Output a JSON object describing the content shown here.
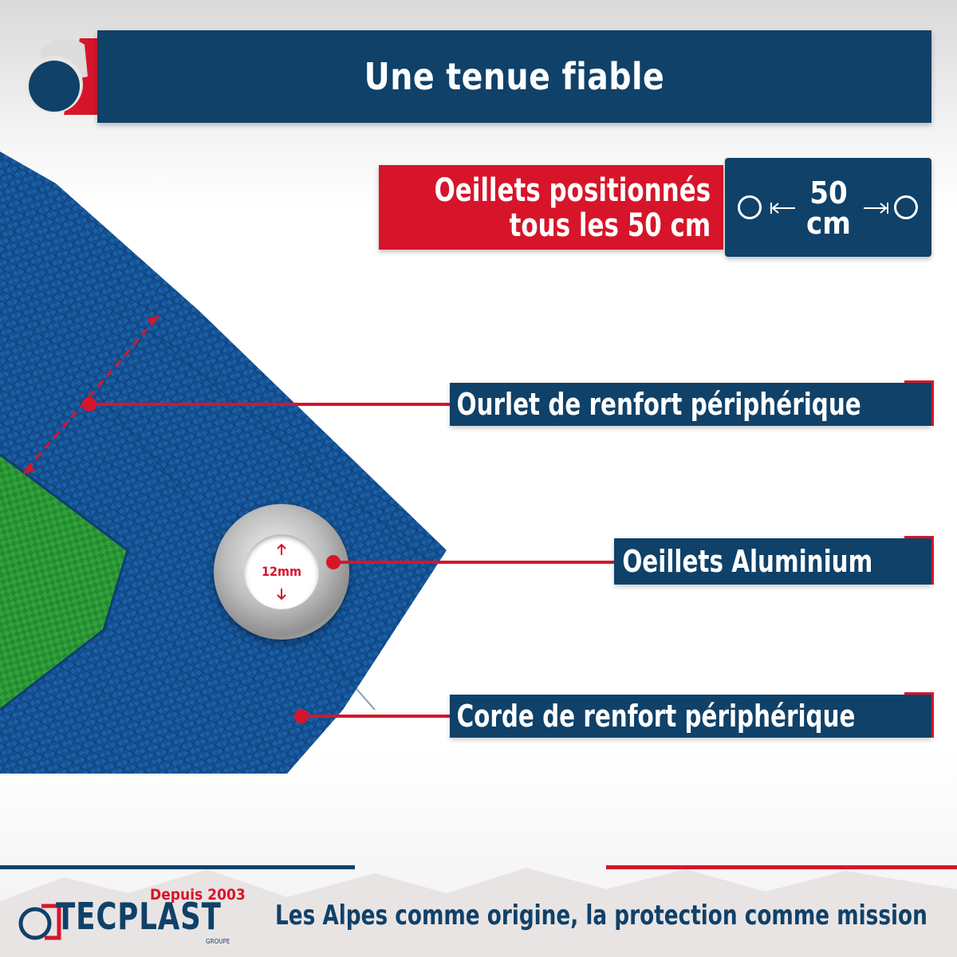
{
  "header": {
    "title": "Une tenue fiable"
  },
  "spacing": {
    "line1": "Oeillets positionnés",
    "line2": "tous les 50 cm",
    "distance_value": "50",
    "distance_unit": "cm"
  },
  "features": [
    {
      "label": "Ourlet de renfort périphérique"
    },
    {
      "label": "Oeillets Aluminium"
    },
    {
      "label": "Corde de renfort périphérique"
    }
  ],
  "eyelet": {
    "diameter_label": "12mm"
  },
  "brand": {
    "name": "TECPLAST",
    "since": "Depuis 2003",
    "group": "GROUPE"
  },
  "footer": {
    "slogan": "Les Alpes comme origine, la protection comme mission"
  },
  "colors": {
    "navy": "#0f4169",
    "red": "#d7152a",
    "tarp_blue": "#1a5ea8",
    "tarp_green": "#2fa23a"
  }
}
